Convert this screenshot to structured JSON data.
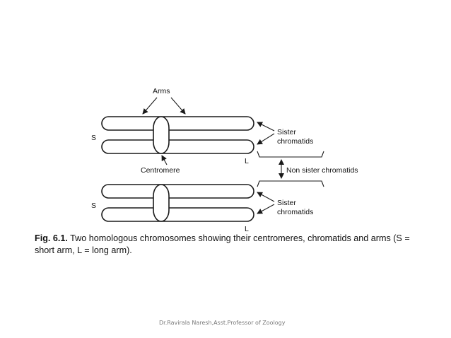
{
  "figure": {
    "labels": {
      "arms": "Arms",
      "s_top": "S",
      "l_top": "L",
      "centromere": "Centromere",
      "sister_top_1": "Sister",
      "sister_top_2": "chromatids",
      "non_sister": "Non sister chromatids",
      "s_bottom": "S",
      "l_bottom": "L",
      "sister_bottom_1": "Sister",
      "sister_bottom_2": "chromatids"
    },
    "caption": {
      "fig_label": "Fig. 6.1.",
      "text": "Two homologous chromosomes showing their centromeres, chromatids and arms (S = short arm, L = long arm)."
    }
  },
  "footer": {
    "credit": "Dr.Ravirala Naresh,Asst.Professor of Zoology"
  },
  "colors": {
    "line": "#1a1a1a",
    "footer_text": "#7a7a7a"
  }
}
